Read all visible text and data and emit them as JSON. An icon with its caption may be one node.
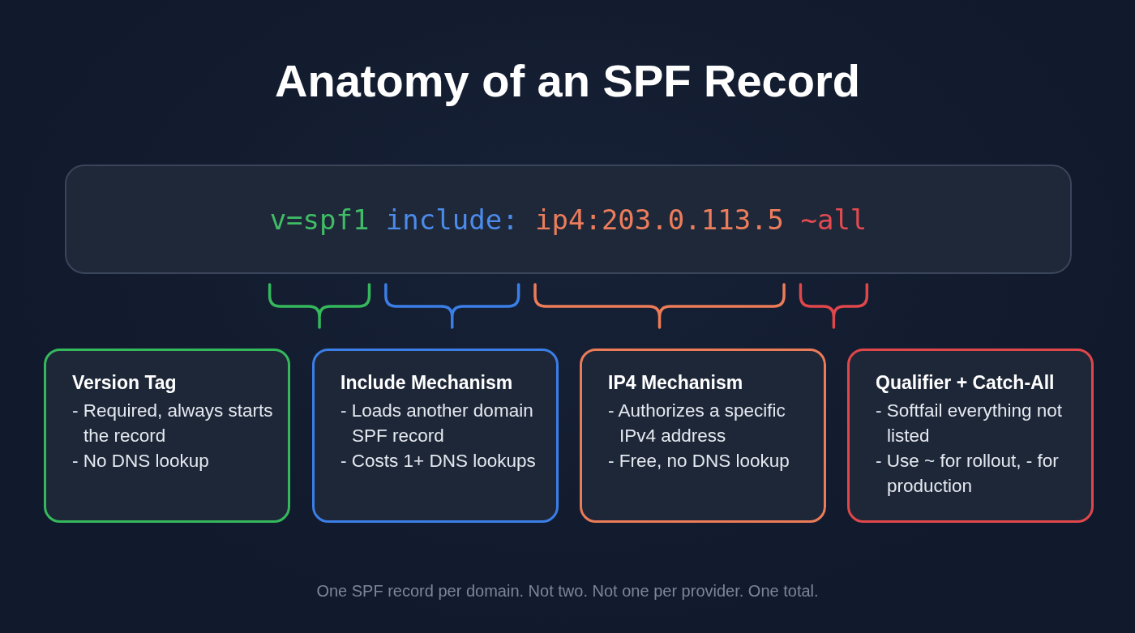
{
  "diagram": {
    "title": "Anatomy of an SPF Record",
    "caption": "One SPF record per domain. Not two. Not one per provider. One total.",
    "nodes": [
      {
        "text": [
          "v=spf1",
          "include:",
          "ip4:203.0.113.5",
          "~all"
        ]
      },
      {
        "text": [
          "Version Tag",
          "- Required, always starts the record",
          "- No DNS lookup"
        ]
      },
      {
        "text": [
          "Include Mechanism",
          "- Loads another domain SPF record",
          "- Costs 1+ DNS lookups"
        ]
      },
      {
        "text": [
          "IP4 Mechanism",
          "- Authorizes a specific IPv4 address",
          "- Free, no DNS lookup"
        ]
      },
      {
        "text": [
          "Qualifier + Catch-All",
          "- Softfail everything not listed",
          "- Use ~ for rollout, - for production"
        ]
      }
    ]
  }
}
